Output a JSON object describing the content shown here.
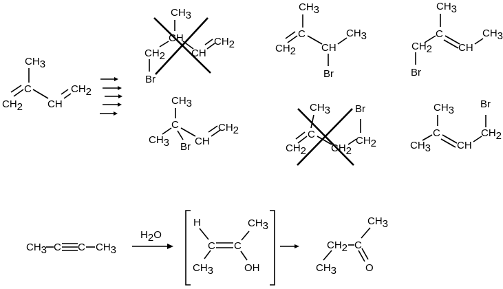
{
  "atoms": {
    "C": "C",
    "CH": "CH",
    "CH2": "CH2",
    "CH3": "CH3",
    "Br": "Br",
    "OH": "OH",
    "O": "O",
    "H": "H",
    "H2O": "H2O",
    "sub2": "2",
    "sub3": "3",
    "Hatom": "H"
  },
  "diagram": {
    "panels": [
      "isoprene starting diene",
      "HBr addition products (two crossed out)",
      "alkyne hydration via enol to ketone"
    ],
    "crossed_out_structures": 2,
    "reagent_label": "H2O"
  }
}
